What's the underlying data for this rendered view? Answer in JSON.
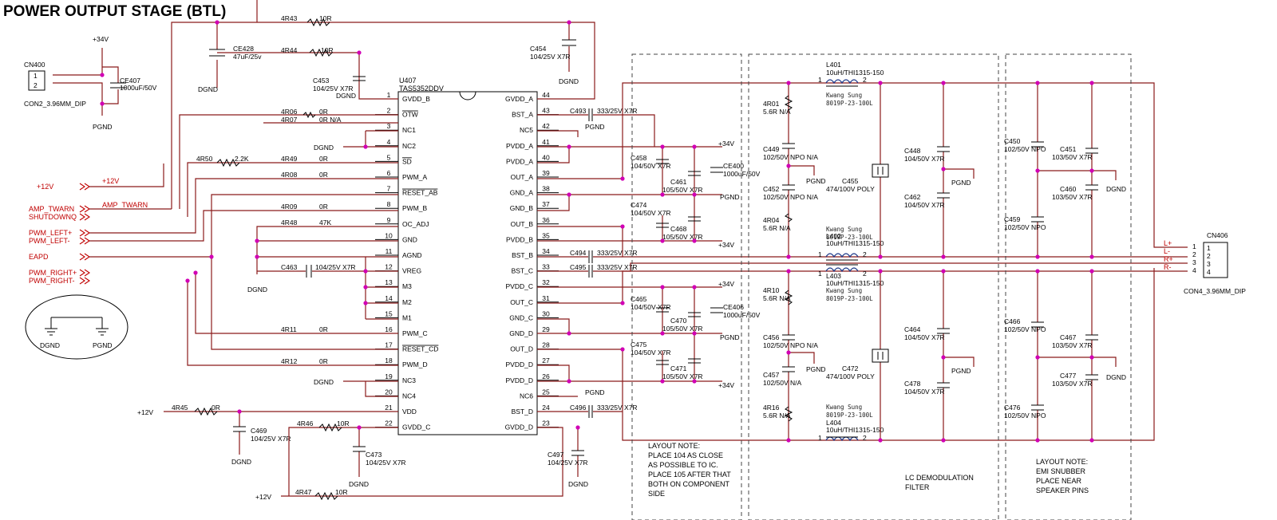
{
  "title": "POWER OUTPUT STAGE (BTL)",
  "ic": {
    "ref": "U407",
    "part": "TAS5352DDV",
    "left_pins": [
      {
        "num": "1",
        "name": "GVDD_B"
      },
      {
        "num": "2",
        "name": "OTW"
      },
      {
        "num": "3",
        "name": "NC1"
      },
      {
        "num": "4",
        "name": "NC2"
      },
      {
        "num": "5",
        "name": "SD"
      },
      {
        "num": "6",
        "name": "PWM_A"
      },
      {
        "num": "7",
        "name": "RESET_AB"
      },
      {
        "num": "8",
        "name": "PWM_B"
      },
      {
        "num": "9",
        "name": "OC_ADJ"
      },
      {
        "num": "10",
        "name": "GND"
      },
      {
        "num": "11",
        "name": "AGND"
      },
      {
        "num": "12",
        "name": "VREG"
      },
      {
        "num": "13",
        "name": "M3"
      },
      {
        "num": "14",
        "name": "M2"
      },
      {
        "num": "15",
        "name": "M1"
      },
      {
        "num": "16",
        "name": "PWM_C"
      },
      {
        "num": "17",
        "name": "RESET_CD"
      },
      {
        "num": "18",
        "name": "PWM_D"
      },
      {
        "num": "19",
        "name": "NC3"
      },
      {
        "num": "20",
        "name": "NC4"
      },
      {
        "num": "21",
        "name": "VDD"
      },
      {
        "num": "22",
        "name": "GVDD_C"
      }
    ],
    "right_pins": [
      {
        "num": "44",
        "name": "GVDD_A"
      },
      {
        "num": "43",
        "name": "BST_A"
      },
      {
        "num": "42",
        "name": "NC5"
      },
      {
        "num": "41",
        "name": "PVDD_A"
      },
      {
        "num": "40",
        "name": "PVDD_A"
      },
      {
        "num": "39",
        "name": "OUT_A"
      },
      {
        "num": "38",
        "name": "GND_A"
      },
      {
        "num": "37",
        "name": "GND_B"
      },
      {
        "num": "36",
        "name": "OUT_B"
      },
      {
        "num": "35",
        "name": "PVDD_B"
      },
      {
        "num": "34",
        "name": "BST_B"
      },
      {
        "num": "33",
        "name": "BST_C"
      },
      {
        "num": "32",
        "name": "PVDD_C"
      },
      {
        "num": "31",
        "name": "OUT_C"
      },
      {
        "num": "30",
        "name": "GND_C"
      },
      {
        "num": "29",
        "name": "GND_D"
      },
      {
        "num": "28",
        "name": "OUT_D"
      },
      {
        "num": "27",
        "name": "PVDD_D"
      },
      {
        "num": "26",
        "name": "PVDD_D"
      },
      {
        "num": "25",
        "name": "NC6"
      },
      {
        "num": "24",
        "name": "BST_D"
      },
      {
        "num": "23",
        "name": "GVDD_D"
      }
    ]
  },
  "nets_left": [
    "+12V",
    "AMP_TWARN",
    "SHUTDOWNQ",
    "PWM_LEFT+",
    "PWM_LEFT-",
    "EAPD",
    "PWM_RIGHT+",
    "PWM_RIGHT-"
  ],
  "net_labels_inner": {
    "p12v": "+12V",
    "twarn": "AMP_TWARN"
  },
  "power": {
    "p34v": "+34V",
    "p12v": "+12V",
    "dgnd": "DGND",
    "pgnd": "PGND"
  },
  "ground_legend": {
    "left": "DGND",
    "right": "PGND"
  },
  "cn400": {
    "ref": "CN400",
    "pins": [
      "1",
      "2"
    ],
    "part": "CON2_3.96MM_DIP"
  },
  "cn406": {
    "ref": "CN406",
    "pins": [
      "1",
      "2",
      "3",
      "4"
    ],
    "part": "CON4_3.96MM_DIP",
    "labels": [
      "L+",
      "L-",
      "R+",
      "R-"
    ]
  },
  "components": {
    "r4r43": {
      "ref": "4R43",
      "val": "10R"
    },
    "r4r44": {
      "ref": "4R44",
      "val": "10R"
    },
    "ce428": {
      "ref": "CE428",
      "val": "47uF/25v"
    },
    "c453": {
      "ref": "C453",
      "val": "104/25V X7R"
    },
    "c454": {
      "ref": "C454",
      "val": "104/25V X7R"
    },
    "r4r06": {
      "ref": "4R06",
      "val": "0R"
    },
    "r4r07": {
      "ref": "4R07",
      "val": "0R N/A"
    },
    "r4r50": {
      "ref": "4R50",
      "val": "2.2K"
    },
    "r4r49": {
      "ref": "4R49",
      "val": "0R"
    },
    "r4r08": {
      "ref": "4R08",
      "val": "0R"
    },
    "r4r09": {
      "ref": "4R09",
      "val": "0R"
    },
    "r4r48": {
      "ref": "4R48",
      "val": "47K"
    },
    "c463": {
      "ref": "C463",
      "val": "104/25V X7R"
    },
    "r4r11": {
      "ref": "4R11",
      "val": "0R"
    },
    "r4r12": {
      "ref": "4R12",
      "val": "0R"
    },
    "r4r45": {
      "ref": "4R45",
      "val": "0R"
    },
    "r4r46": {
      "ref": "4R46",
      "val": "10R"
    },
    "r4r47": {
      "ref": "4R47",
      "val": "10R"
    },
    "c469": {
      "ref": "C469",
      "val": "104/25V X7R"
    },
    "c473": {
      "ref": "C473",
      "val": "104/25V X7R"
    },
    "c497": {
      "ref": "C497",
      "val": "104/25V X7R"
    },
    "ce407": {
      "ref": "CE407",
      "val": "1000uF/50V"
    },
    "c493": {
      "ref": "C493",
      "val": "333/25V X7R"
    },
    "c494": {
      "ref": "C494",
      "val": "333/25V X7R"
    },
    "c495": {
      "ref": "C495",
      "val": "333/25V X7R"
    },
    "c496": {
      "ref": "C496",
      "val": "333/25V X7R"
    },
    "c458": {
      "ref": "C458",
      "val": "104/50V X7R"
    },
    "c461": {
      "ref": "C461",
      "val": "105/50V X7R"
    },
    "c474": {
      "ref": "C474",
      "val": "104/50V X7R"
    },
    "c468": {
      "ref": "C468",
      "val": "105/50V X7R"
    },
    "ce400": {
      "ref": "CE400",
      "val": "1000uF/50V"
    },
    "c465": {
      "ref": "C465",
      "val": "104/50V X7R"
    },
    "c470": {
      "ref": "C470",
      "val": "105/50V X7R"
    },
    "c475": {
      "ref": "C475",
      "val": "104/50V X7R"
    },
    "c471": {
      "ref": "C471",
      "val": "105/50V X7R"
    },
    "ce406": {
      "ref": "CE406",
      "val": "1000uF/50V"
    },
    "l401": {
      "ref": "L401",
      "val": "10uH/THI1315-150",
      "maker": "Kwang Sung",
      "part": "8019P-23-100L"
    },
    "l402": {
      "ref": "L402",
      "val": "10uH/THI1315-150",
      "maker": "Kwang Sung",
      "part": "8019P-23-100L"
    },
    "l403": {
      "ref": "L403",
      "val": "10uH/THI1315-150",
      "maker": "Kwang Sung",
      "part": "8019P-23-100L"
    },
    "l404": {
      "ref": "L404",
      "val": "10uH/THI1315-150",
      "maker": "Kwang Sung",
      "part": "8019P-23-100L"
    },
    "r4r01": {
      "ref": "4R01",
      "val": "5.6R N/A"
    },
    "r4r04": {
      "ref": "4R04",
      "val": "5.6R N/A"
    },
    "r4r10": {
      "ref": "4R10",
      "val": "5.6R N/A"
    },
    "r4r16": {
      "ref": "4R16",
      "val": "5.6R N/A"
    },
    "c449": {
      "ref": "C449",
      "val": "102/50V NPO N/A"
    },
    "c452": {
      "ref": "C452",
      "val": "102/50V NPO N/A"
    },
    "c456": {
      "ref": "C456",
      "val": "102/50V NPO N/A"
    },
    "c457": {
      "ref": "C457",
      "val": "102/50V N/A"
    },
    "c455": {
      "ref": "C455",
      "val": "474/100V POLY"
    },
    "c472": {
      "ref": "C472",
      "val": "474/100V POLY"
    },
    "c448": {
      "ref": "C448",
      "val": "104/50V X7R"
    },
    "c462": {
      "ref": "C462",
      "val": "104/50V X7R"
    },
    "c464": {
      "ref": "C464",
      "val": "104/50V X7R"
    },
    "c478": {
      "ref": "C478",
      "val": "104/50V X7R"
    },
    "c450": {
      "ref": "C450",
      "val": "102/50V NPO"
    },
    "c459": {
      "ref": "C459",
      "val": "102/50V NPO"
    },
    "c451": {
      "ref": "C451",
      "val": "103/50V X7R"
    },
    "c460": {
      "ref": "C460",
      "val": "103/50V X7R"
    },
    "c466": {
      "ref": "C466",
      "val": "102/50V NPO"
    },
    "c476": {
      "ref": "C476",
      "val": "102/50V NPO"
    },
    "c467": {
      "ref": "C467",
      "val": "103/50V X7R"
    },
    "c477": {
      "ref": "C477",
      "val": "103/50V X7R"
    }
  },
  "notes": {
    "layout1": [
      "LAYOUT NOTE:",
      "PLACE 104 AS CLOSE",
      "AS POSSIBLE TO IC.",
      "PLACE 105 AFTER THAT",
      "BOTH ON COMPONENT",
      "SIDE"
    ],
    "lc": [
      "LC DEMODULATION",
      "FILTER"
    ],
    "layout2": [
      "LAYOUT NOTE:",
      "EMI SNUBBER",
      "PLACE NEAR",
      "SPEAKER PINS"
    ]
  }
}
